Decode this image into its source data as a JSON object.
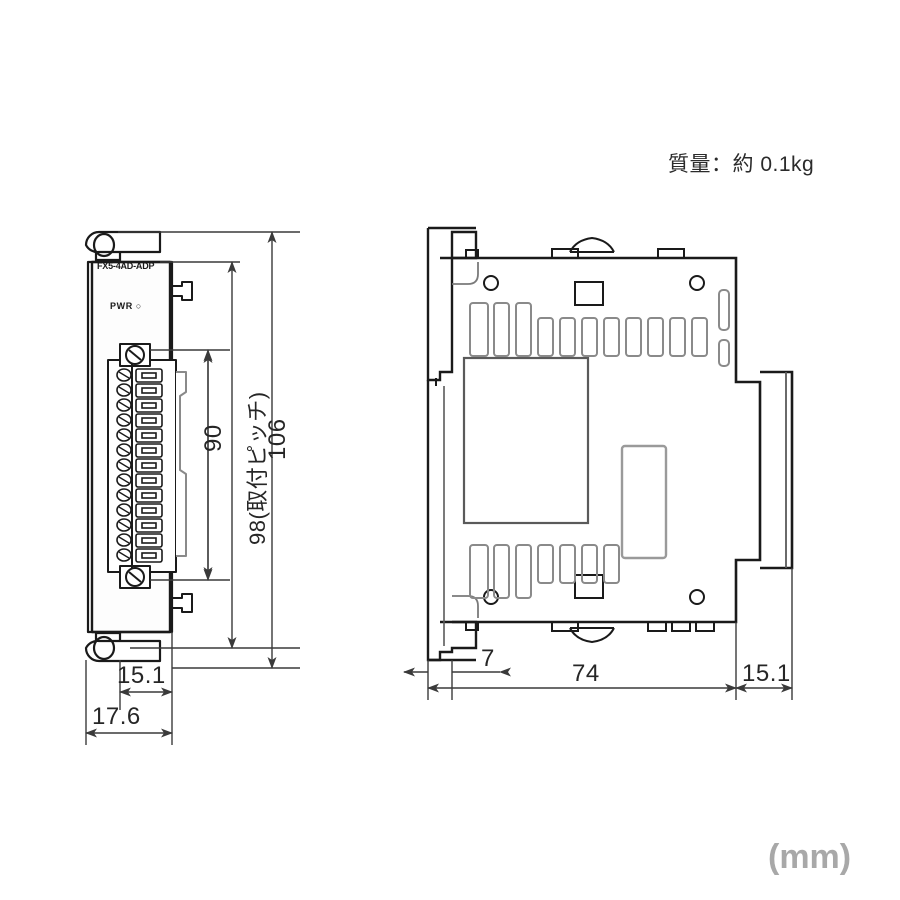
{
  "drawing": {
    "title_unit": "(mm)",
    "weight_note": "質量：約 0.1kg",
    "module_label": "FX5-4AD-ADP",
    "pwr_label": "PWR ○"
  },
  "front_view": {
    "name": "front-view",
    "dimensions": {
      "height_90": "90",
      "height_98_pitch": "98(取付ピッチ)",
      "height_106": "106",
      "width_15_1": "15.1",
      "width_17_6": "17.6"
    }
  },
  "side_view": {
    "name": "side-view",
    "dimensions": {
      "depth_7": "7",
      "depth_74": "74",
      "depth_15_1": "15.1"
    }
  },
  "colors": {
    "outline": "#1a1a1a",
    "detail_line": "#8a8a8a",
    "dim_line": "#4a4a4a",
    "text": "#262626",
    "unit_text": "#a8a8a8"
  }
}
